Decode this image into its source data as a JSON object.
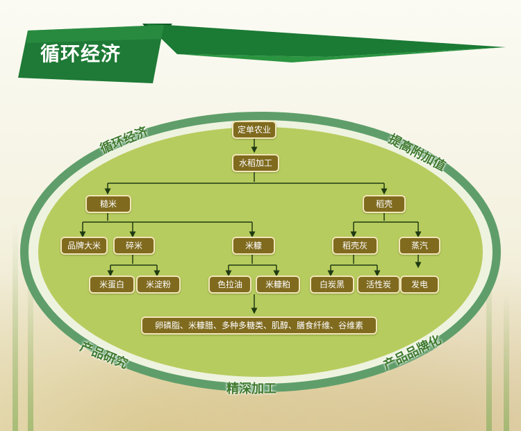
{
  "banner": {
    "title": "循环经济"
  },
  "arc_labels": {
    "top_left": "循环经济",
    "top_right": "提高附加值",
    "bottom_left": "产品研究",
    "bottom_center": "精深加工",
    "bottom_right": "产品品牌化"
  },
  "nodes": {
    "order_farming": "定单农业",
    "rice_processing": "水稻加工",
    "polished_rice": "糙米",
    "rice_husk": "稻壳",
    "brand_rice": "品牌大米",
    "broken_rice": "碎米",
    "rice_bran": "米糠",
    "husk_ash": "稻壳灰",
    "steam": "蒸汽",
    "rice_protein": "米蛋白",
    "rice_starch": "米淀粉",
    "salad_oil": "色拉油",
    "bran_meal": "米糠粕",
    "white_carbon_black": "白炭黑",
    "activated_carbon": "活性炭",
    "power_generation": "发电",
    "bran_products": "卵磷脂、米糠腊、多种多糖类、肌醇、膳食纤维、谷维素"
  },
  "colors": {
    "banner_green": "#1e7a36",
    "ellipse_fill": "#b7cc5e",
    "ellipse_ring": "#5f9e6a",
    "node_fill": "#7f6a1e",
    "arc_text": "#3f7a2e"
  }
}
